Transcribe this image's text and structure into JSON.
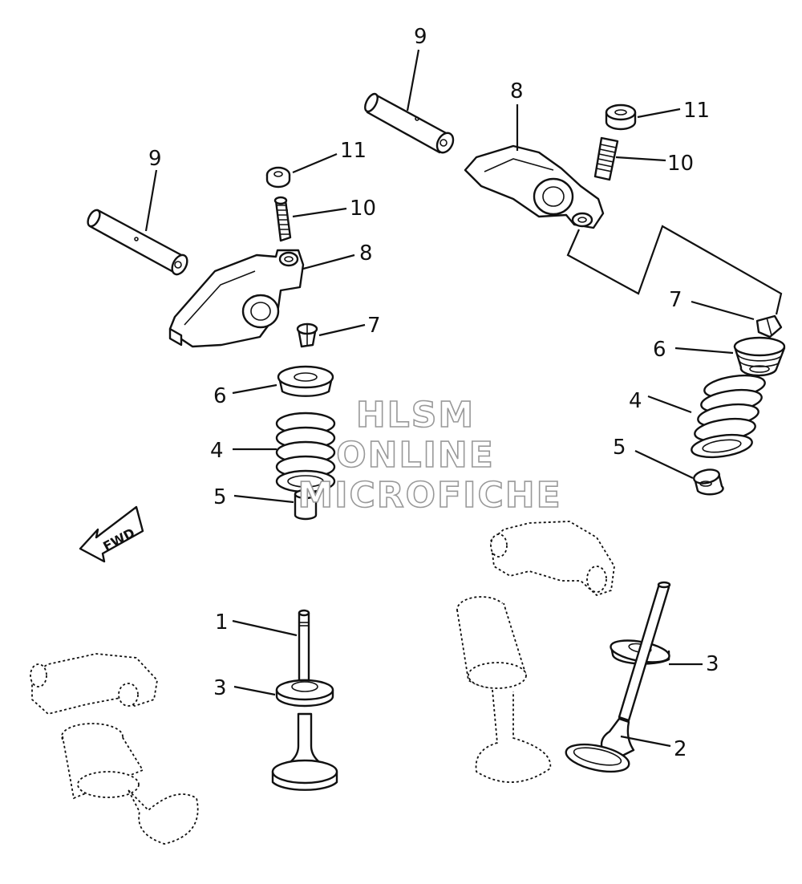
{
  "watermark": {
    "line1": "HLSM",
    "line2": "ONLINE",
    "line3": "MICROFICHE"
  },
  "fwd_label": "FWD",
  "callouts": {
    "c1": "1",
    "c2": "2",
    "c3a": "3",
    "c3b": "3",
    "c4a": "4",
    "c4b": "4",
    "c5a": "5",
    "c5b": "5",
    "c6a": "6",
    "c6b": "6",
    "c7a": "7",
    "c7b": "7",
    "c8a": "8",
    "c8b": "8",
    "c9a": "9",
    "c9b": "9",
    "c10a": "10",
    "c10b": "10",
    "c11a": "11",
    "c11b": "11"
  }
}
